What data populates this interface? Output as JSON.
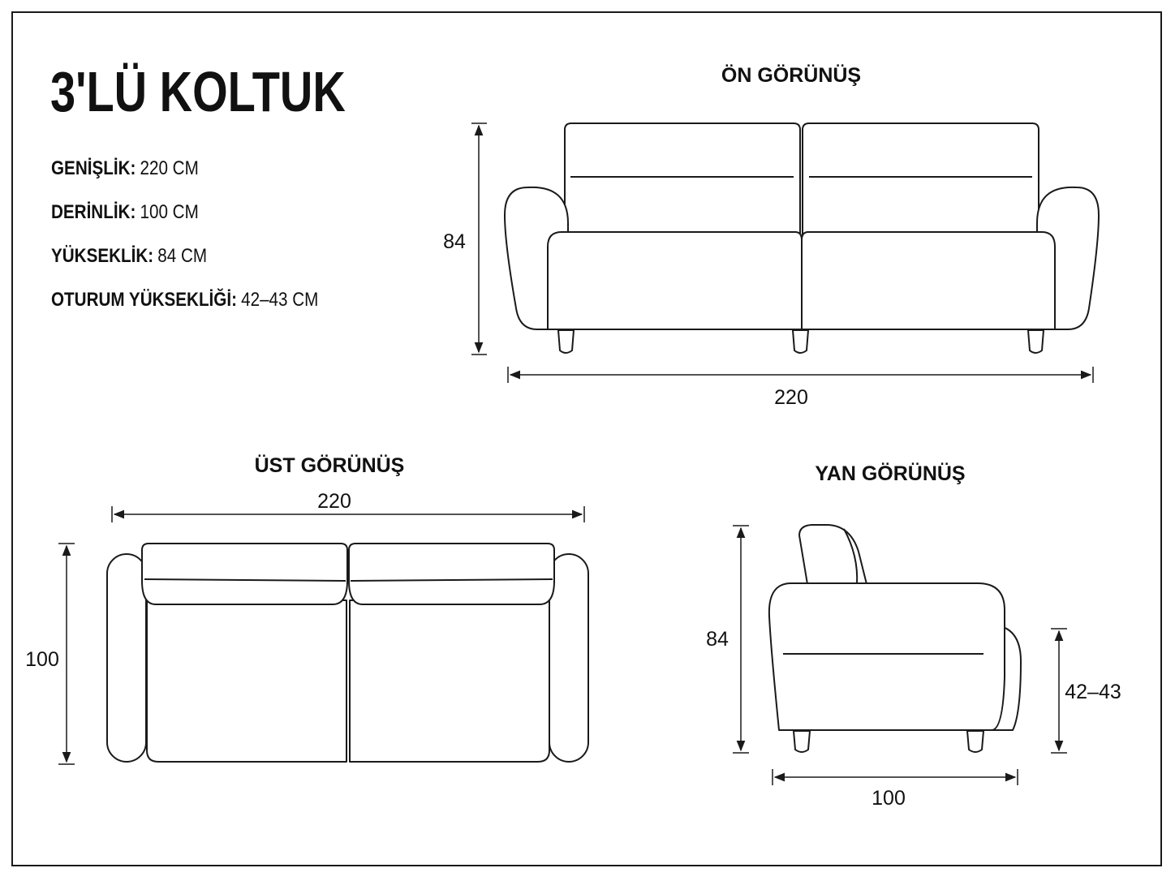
{
  "title": "3'LÜ KOLTUK",
  "specs": [
    {
      "label": "GENİŞLİK:",
      "value": "220 CM"
    },
    {
      "label": "DERİNLİK:",
      "value": "100 CM"
    },
    {
      "label": "YÜKSEKLİK:",
      "value": "84 CM"
    },
    {
      "label": "OTURUM YÜKSEKLİĞİ:",
      "value": "42–43 CM"
    }
  ],
  "views": {
    "front": {
      "heading": "ÖN GÖRÜNÜŞ",
      "height_label": "84",
      "width_label": "220"
    },
    "top": {
      "heading": "ÜST GÖRÜNÜŞ",
      "width_label": "220",
      "depth_label": "100"
    },
    "side": {
      "heading": "YAN GÖRÜNÜŞ",
      "height_label": "84",
      "seat_label": "42–43",
      "depth_label": "100"
    }
  }
}
